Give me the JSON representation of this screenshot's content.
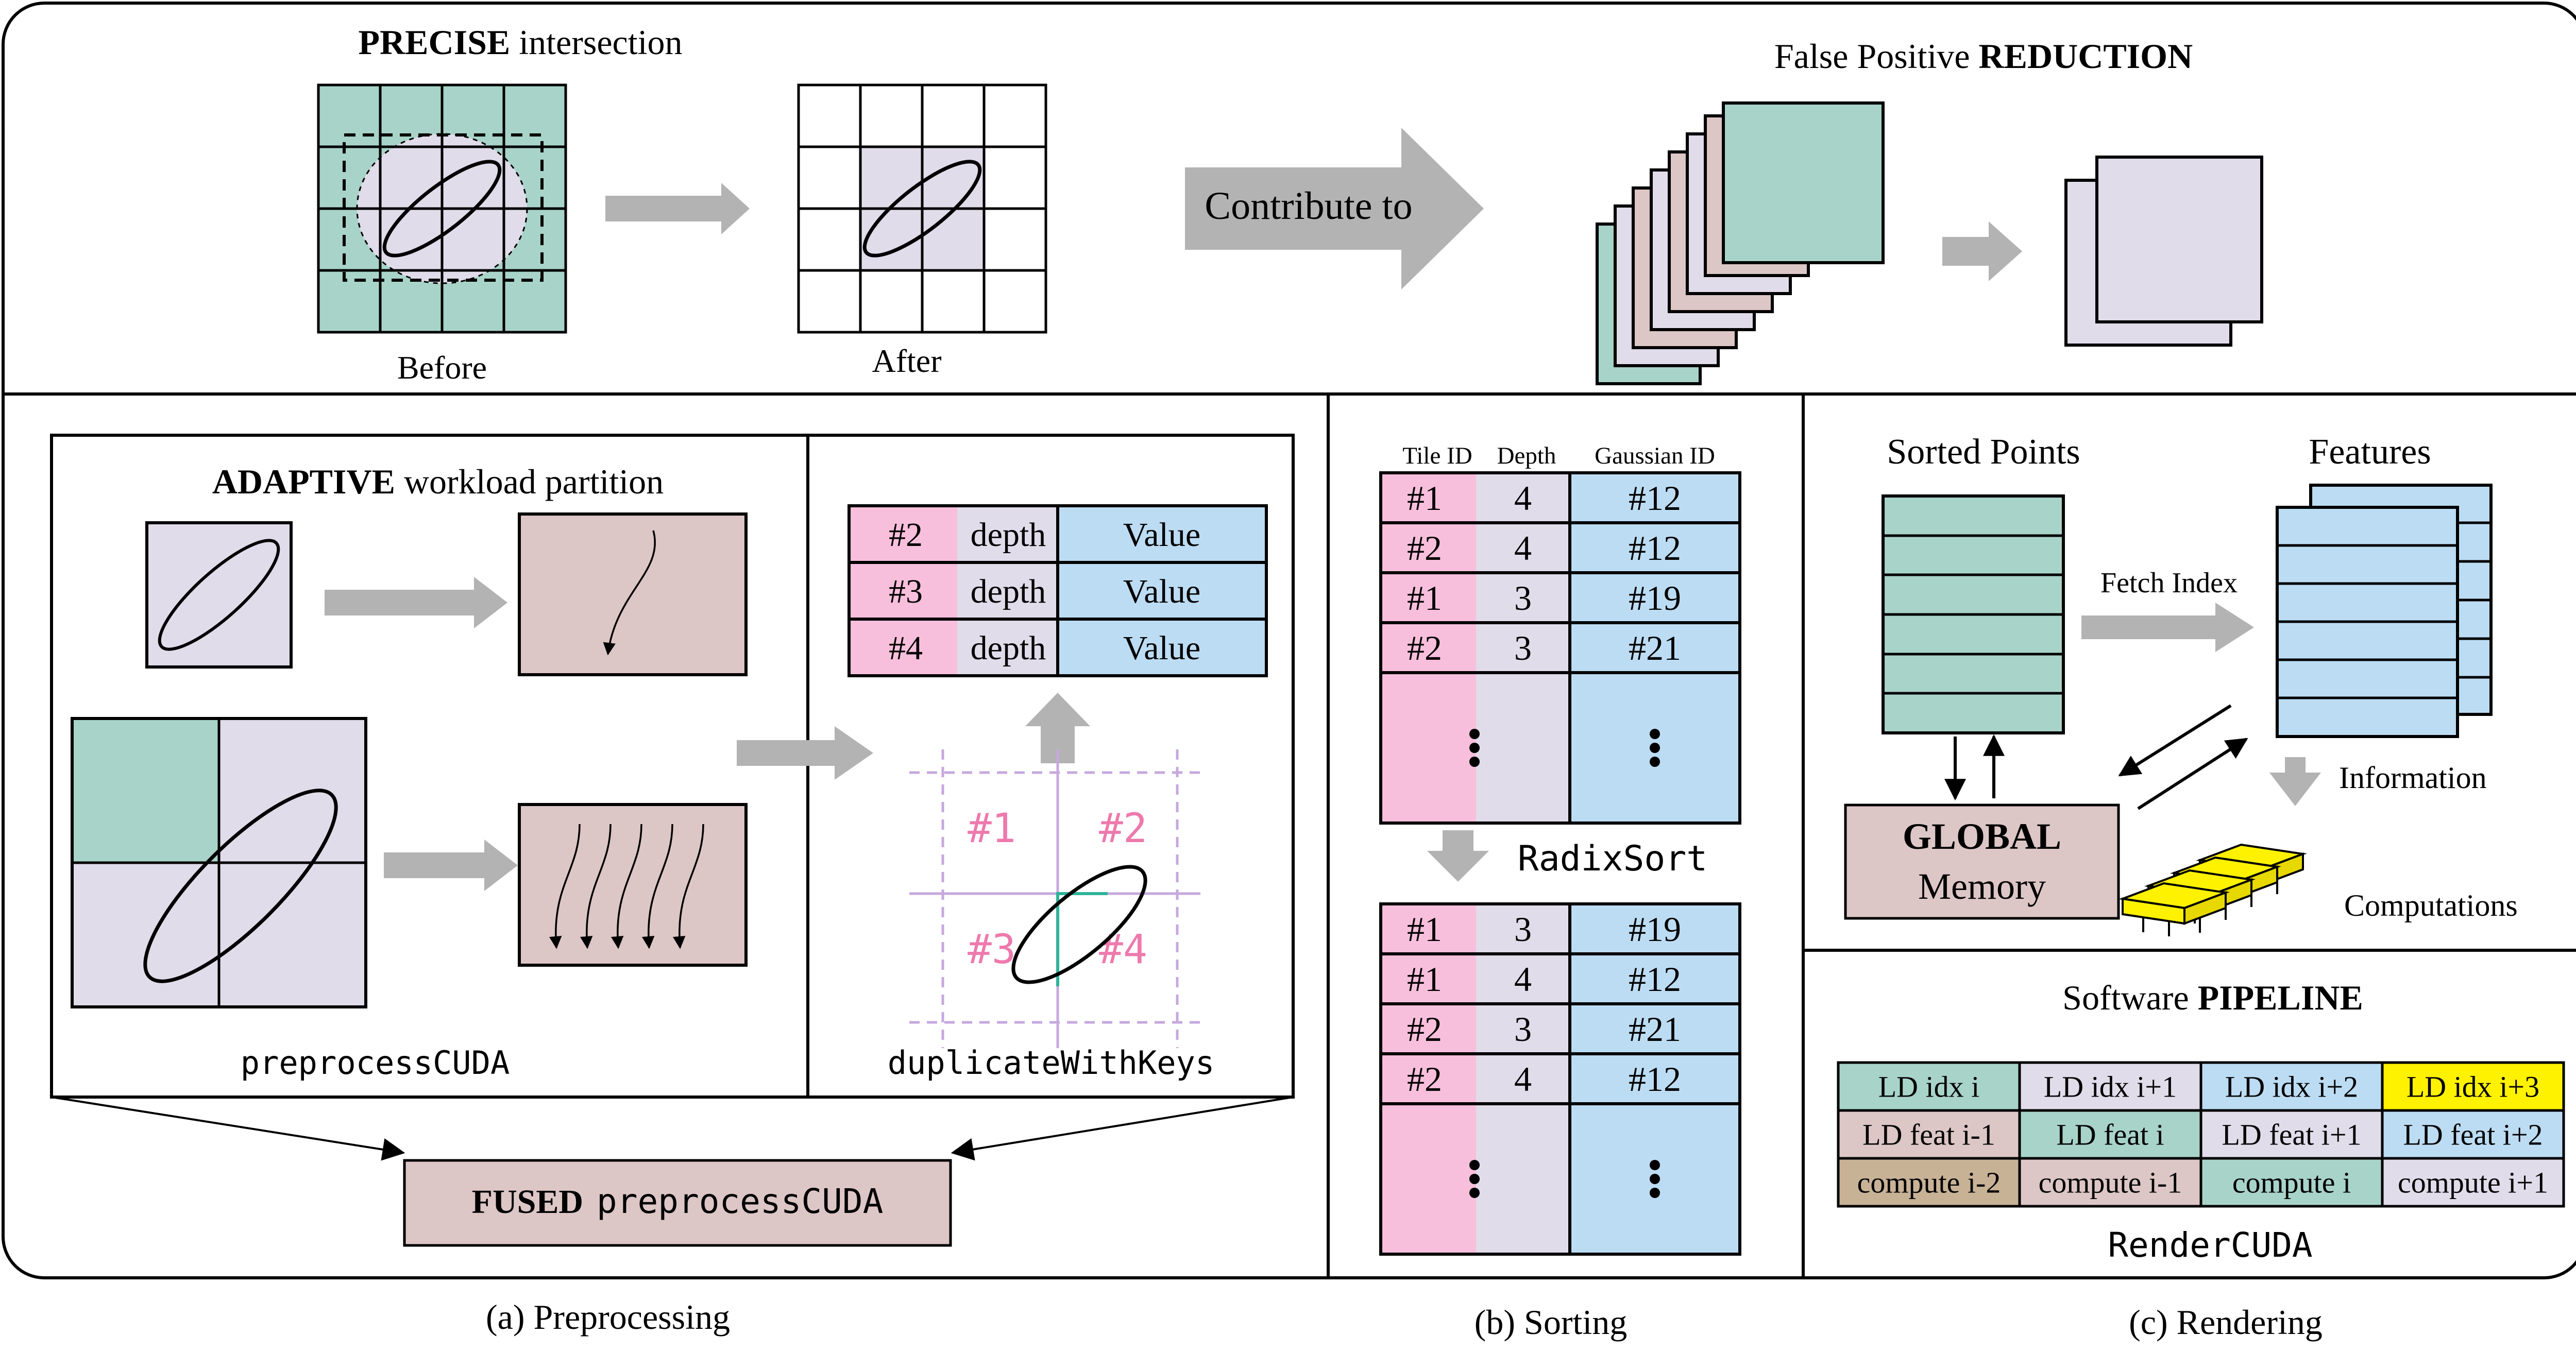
{
  "colors": {
    "teal": "#a8d3c9",
    "lavender": "#e0dcea",
    "pink": "#f8bfdc",
    "blue": "#bcdcf3",
    "rose": "#ddc6c6",
    "tan": "#c8b296",
    "yellow": "#fff200",
    "gray_arrow": "#b3b3b3",
    "magenta_text": "#ee79ad",
    "dashed_purple": "#c6a8de",
    "cyan_line": "#2fb39a"
  },
  "top": {
    "precise_bold": "PRECISE",
    "precise_rest": " intersection",
    "before_label": "Before",
    "after_label": "After",
    "contribute_label": "Contribute to",
    "fp_rest": "False Positive ",
    "fp_bold": "REDUCTION"
  },
  "preprocessing": {
    "adaptive_bold": "ADAPTIVE",
    "adaptive_rest": " workload partition",
    "preprocess_label": "preprocessCUDA",
    "duplicate_label": "duplicateWithKeys",
    "key_rows": [
      {
        "tile": "#2",
        "depth": "depth",
        "value": "Value"
      },
      {
        "tile": "#3",
        "depth": "depth",
        "value": "Value"
      },
      {
        "tile": "#4",
        "depth": "depth",
        "value": "Value"
      }
    ],
    "tile_labels": [
      "#1",
      "#2",
      "#3",
      "#4"
    ],
    "fused_bold": "FUSED",
    "fused_code": "preprocessCUDA",
    "caption": "(a) Preprocessing"
  },
  "sorting": {
    "headers": [
      "Tile ID",
      "Depth",
      "Gaussian ID"
    ],
    "before_rows": [
      [
        "#1",
        "4",
        "#12"
      ],
      [
        "#2",
        "4",
        "#12"
      ],
      [
        "#1",
        "3",
        "#19"
      ],
      [
        "#2",
        "3",
        "#21"
      ]
    ],
    "radix_label": "RadixSort",
    "after_rows": [
      [
        "#1",
        "3",
        "#19"
      ],
      [
        "#1",
        "4",
        "#12"
      ],
      [
        "#2",
        "3",
        "#21"
      ],
      [
        "#2",
        "4",
        "#12"
      ]
    ],
    "caption": "(b) Sorting"
  },
  "rendering": {
    "sorted_points": "Sorted Points",
    "features": "Features",
    "fetch_index": "Fetch Index",
    "information": "Information",
    "global_bold": "GLOBAL",
    "memory": "Memory",
    "computations": "Computations",
    "pipeline_rest": "Software ",
    "pipeline_bold": "PIPELINE",
    "pipeline_rows": [
      [
        "LD idx i",
        "LD idx i+1",
        "LD idx i+2",
        "LD idx i+3"
      ],
      [
        "LD feat i-1",
        "LD feat i",
        "LD feat i+1",
        "LD feat i+2"
      ],
      [
        "compute i-2",
        "compute i-1",
        "compute i",
        "compute i+1"
      ]
    ],
    "pipeline_colors": [
      [
        "teal",
        "lavender",
        "blue",
        "yellow"
      ],
      [
        "rose",
        "teal",
        "lavender",
        "blue"
      ],
      [
        "tan",
        "rose",
        "teal",
        "lavender"
      ]
    ],
    "render_label": "RenderCUDA",
    "caption": "(c) Rendering"
  }
}
